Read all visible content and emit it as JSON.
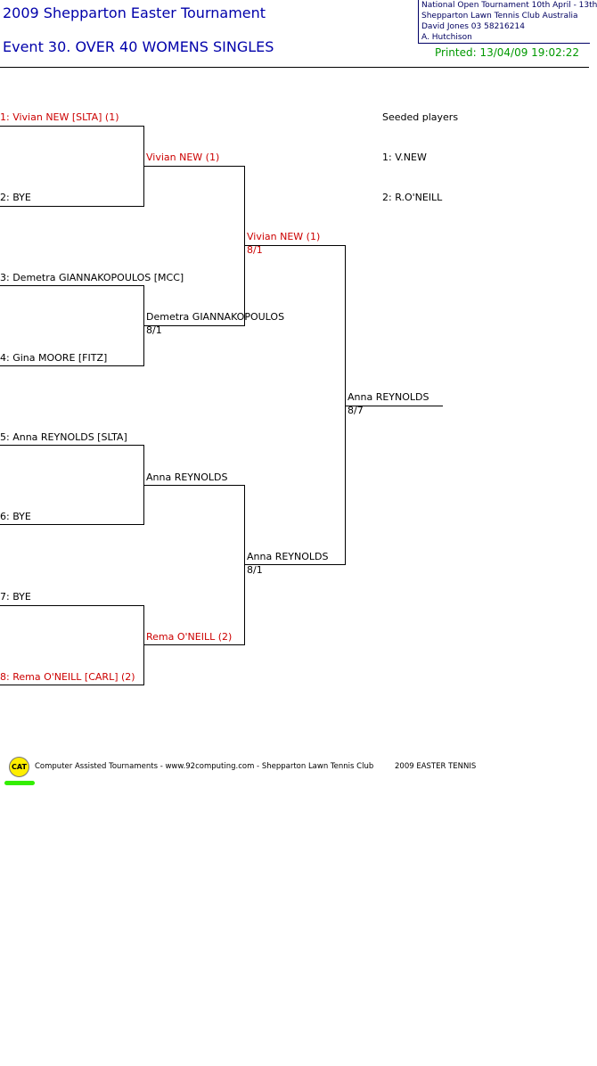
{
  "header": {
    "title": "2009 Shepparton Easter Tournament",
    "event": "Event 30. OVER 40 WOMENS SINGLES",
    "info_lines": [
      "National Open Tournament   10th April - 13th",
      "Shepparton Lawn Tennis Club    Australia",
      "David Jones    03 58216214",
      "A. Hutchison"
    ],
    "printed": "Printed: 13/04/09 19:02:22"
  },
  "round1": [
    {
      "name": "1: Vivian NEW [SLTA] (1)",
      "seeded": true
    },
    {
      "name": "2: BYE",
      "seeded": false
    },
    {
      "name": "3: Demetra GIANNAKOPOULOS [MCC]",
      "seeded": false
    },
    {
      "name": "4: Gina MOORE [FITZ]",
      "seeded": false
    },
    {
      "name": "5: Anna REYNOLDS [SLTA]",
      "seeded": false
    },
    {
      "name": "6: BYE",
      "seeded": false
    },
    {
      "name": "7: BYE",
      "seeded": false
    },
    {
      "name": "8: Rema O'NEILL [CARL] (2)",
      "seeded": true
    }
  ],
  "round2": [
    {
      "name": "Vivian NEW (1)",
      "score": "",
      "seeded": true
    },
    {
      "name": "Demetra GIANNAKOPOULOS",
      "score": "8/1",
      "seeded": false
    },
    {
      "name": "Anna REYNOLDS",
      "score": "",
      "seeded": false
    },
    {
      "name": "Rema O'NEILL (2)",
      "score": "",
      "seeded": true
    }
  ],
  "round3": [
    {
      "name": "Vivian NEW (1)",
      "score": "8/1",
      "seeded": true
    },
    {
      "name": "Anna REYNOLDS",
      "score": "8/1",
      "seeded": false
    }
  ],
  "final": {
    "name": "Anna REYNOLDS",
    "score": "8/7"
  },
  "seeds": {
    "heading": "Seeded players",
    "items": [
      "1: V.NEW",
      "2: R.O'NEILL"
    ]
  },
  "footer": {
    "logo": "CAT",
    "text": "Computer Assisted Tournaments - www.92computing.com -  Shepparton Lawn Tennis Club",
    "right": "2009 EASTER TENNIS"
  },
  "colors": {
    "seeded": "#cc0000",
    "title": "#0000aa",
    "printed": "#009900"
  }
}
